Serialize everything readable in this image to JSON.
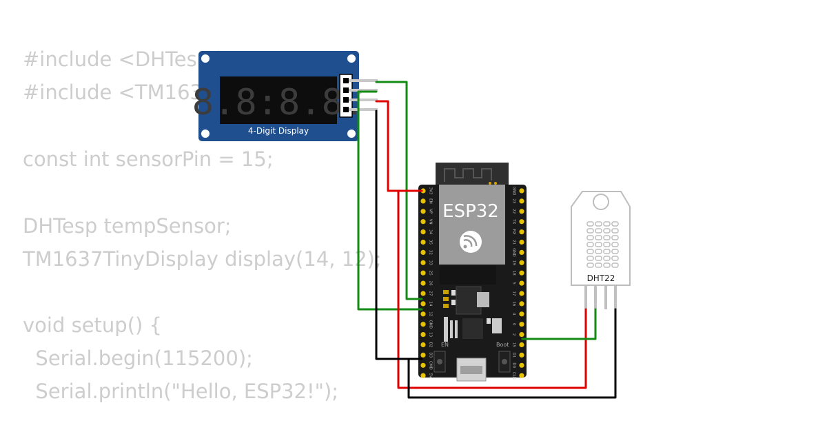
{
  "code_lines": [
    "#include <DHTesp.h>",
    "#include <TM1637TinyDisplay.h>",
    "",
    "const int sensorPin = 15;",
    "",
    "DHTesp tempSensor;",
    "TM1637TinyDisplay display(14, 12);",
    "",
    "void setup() {",
    "  Serial.begin(115200);",
    "  Serial.println(\"Hello, ESP32!\");"
  ],
  "display": {
    "label": "4-Digit Display",
    "digits": "8.8:8.8."
  },
  "esp32": {
    "label": "ESP32",
    "left_pins": [
      "3V3",
      "EN",
      "VP",
      "VN",
      "34",
      "35",
      "32",
      "33",
      "25",
      "26",
      "27",
      "14",
      "12",
      "GND",
      "13",
      "D2",
      "D3",
      "CMD",
      "5V"
    ],
    "right_pins": [
      "GND",
      "23",
      "22",
      "TX",
      "RX",
      "21",
      "GND",
      "19",
      "18",
      "5",
      "17",
      "16",
      "4",
      "0",
      "2",
      "15",
      "D1",
      "D0",
      "CLK"
    ],
    "en_label": "EN",
    "boot_label": "Boot"
  },
  "dht": {
    "label": "DHT22"
  },
  "colors": {
    "wire_green": "#138a13",
    "wire_red": "#e00000",
    "wire_black": "#000000",
    "board": "#1a1a1a",
    "display_pcb": "#1f4f8f"
  }
}
